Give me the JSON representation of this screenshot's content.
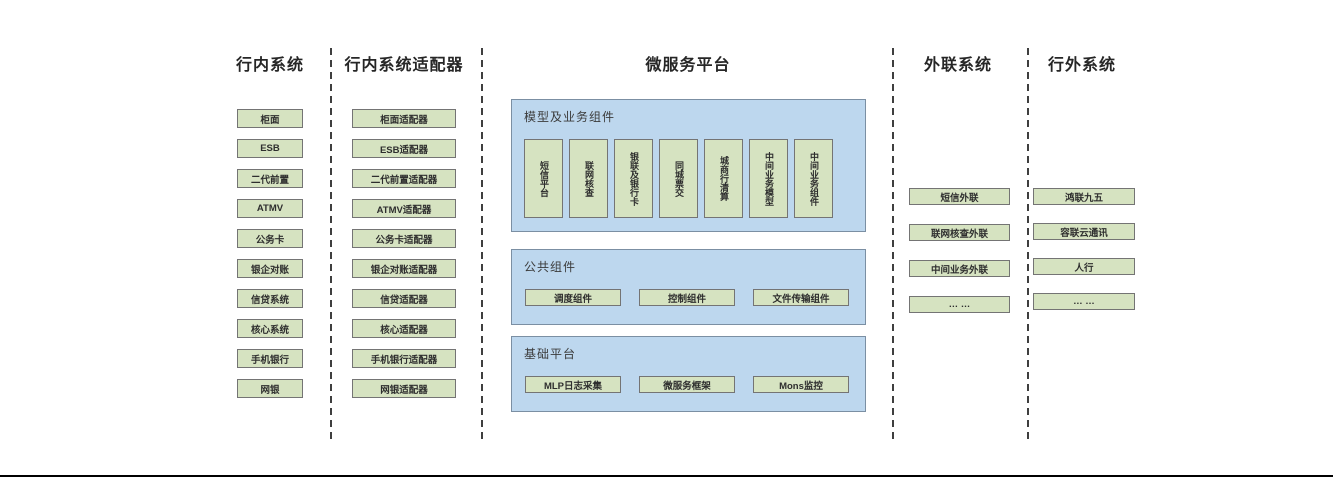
{
  "columns": [
    {
      "title": "行内系统",
      "items": [
        "柜面",
        "ESB",
        "二代前置",
        "ATMV",
        "公务卡",
        "银企对账",
        "信贷系统",
        "核心系统",
        "手机银行",
        "网银"
      ]
    },
    {
      "title": "行内系统适配器",
      "items": [
        "柜面适配器",
        "ESB适配器",
        "二代前置适配器",
        "ATMV适配器",
        "公务卡适配器",
        "银企对账适配器",
        "信贷适配器",
        "核心适配器",
        "手机银行适配器",
        "网银适配器"
      ]
    }
  ],
  "platform": {
    "title": "微服务平台",
    "sections": [
      {
        "title": "模型及业务组件",
        "items": [
          "短信平台",
          "联网核查",
          "银联及银行卡",
          "同城票交",
          "城商行清算",
          "中间业务模型",
          "中间业务组件"
        ]
      },
      {
        "title": "公共组件",
        "items": [
          "调度组件",
          "控制组件",
          "文件传输组件"
        ]
      },
      {
        "title": "基础平台",
        "items": [
          "MLP日志采集",
          "微服务框架",
          "Mons监控"
        ]
      }
    ]
  },
  "external_column": {
    "title": "外联系统",
    "items": [
      "短信外联",
      "联网核查外联",
      "中间业务外联",
      "… …"
    ]
  },
  "outside_column": {
    "title": "行外系统",
    "items": [
      "鸿联九五",
      "容联云通讯",
      "人行",
      "… …"
    ]
  },
  "colors": {
    "box_fill": "#d6e3c1",
    "box_border": "#747474",
    "panel_fill": "#bdd7ee",
    "panel_border": "#7b8fa3",
    "separator": "#3f3f3f",
    "bottom_rule": "#000000"
  }
}
